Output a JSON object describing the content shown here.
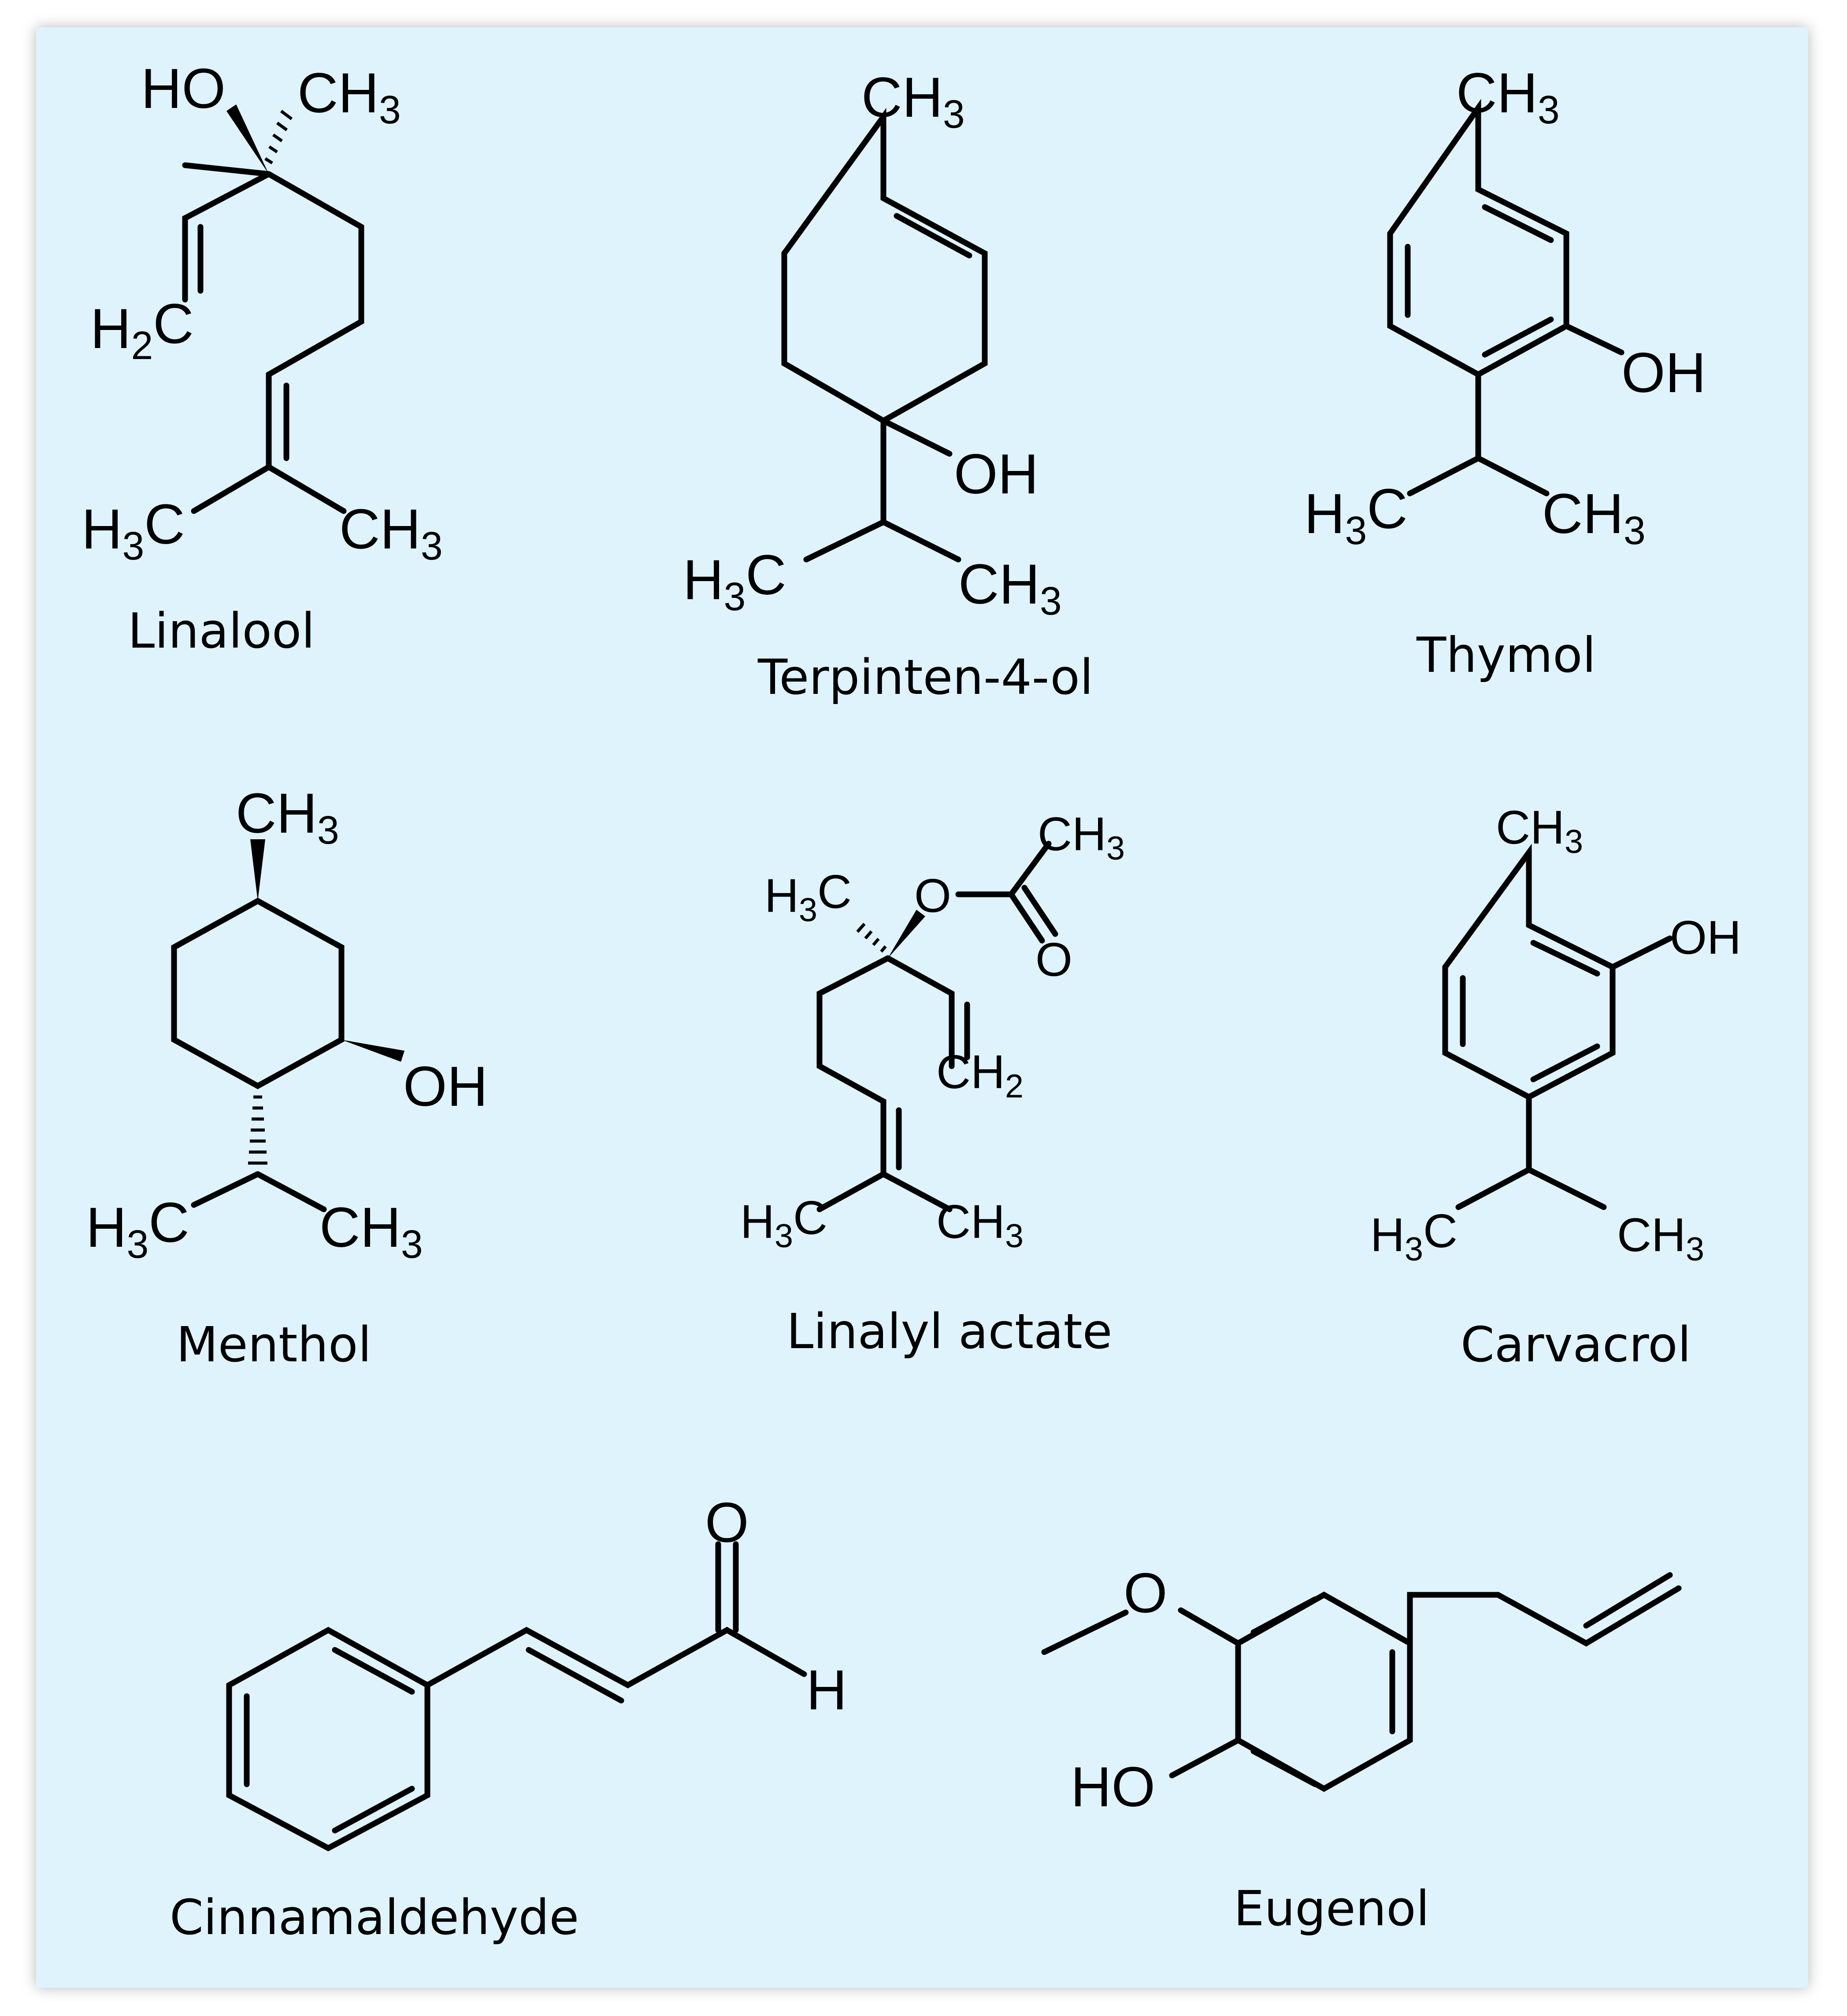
{
  "molecules": {
    "linalool": {
      "name": "Linalool",
      "labels": {
        "ho": "HO",
        "ch3_top": "CH3",
        "h2c": "H2C",
        "h3c": "H3C",
        "ch3_bottom": "CH3"
      }
    },
    "terpinen": {
      "name": "Terpinten-4-ol",
      "labels": {
        "ch3_top": "CH3",
        "oh": "OH",
        "h3c": "H3C",
        "ch3_bottom": "CH3"
      }
    },
    "thymol": {
      "name": "Thymol",
      "labels": {
        "ch3_top": "CH3",
        "oh": "OH",
        "h3c": "H3C",
        "ch3_bottom": "CH3"
      }
    },
    "menthol": {
      "name": "Menthol",
      "labels": {
        "ch3_top": "CH3",
        "oh": "OH",
        "h3c": "H3C",
        "ch3_bottom": "CH3"
      }
    },
    "linalyl": {
      "name": "Linalyl actate",
      "labels": {
        "h3c_top": "H3C",
        "o_ether": "O",
        "ch3_top": "CH3",
        "o_carbonyl": "O",
        "ch2": "CH2",
        "h3c": "H3C",
        "ch3_bottom": "CH3"
      }
    },
    "carvacrol": {
      "name": "Carvacrol",
      "labels": {
        "ch3_top": "CH3",
        "oh": "OH",
        "h3c": "H3C",
        "ch3_bottom": "CH3"
      }
    },
    "cinnamaldehyde": {
      "name": "Cinnamaldehyde",
      "labels": {
        "o": "O",
        "h": "H"
      }
    },
    "eugenol": {
      "name": "Eugenol",
      "labels": {
        "o_methoxy": "O",
        "ho": "HO"
      }
    }
  },
  "colors": {
    "panel_background": "#dff3fc",
    "ink": "#000000"
  }
}
